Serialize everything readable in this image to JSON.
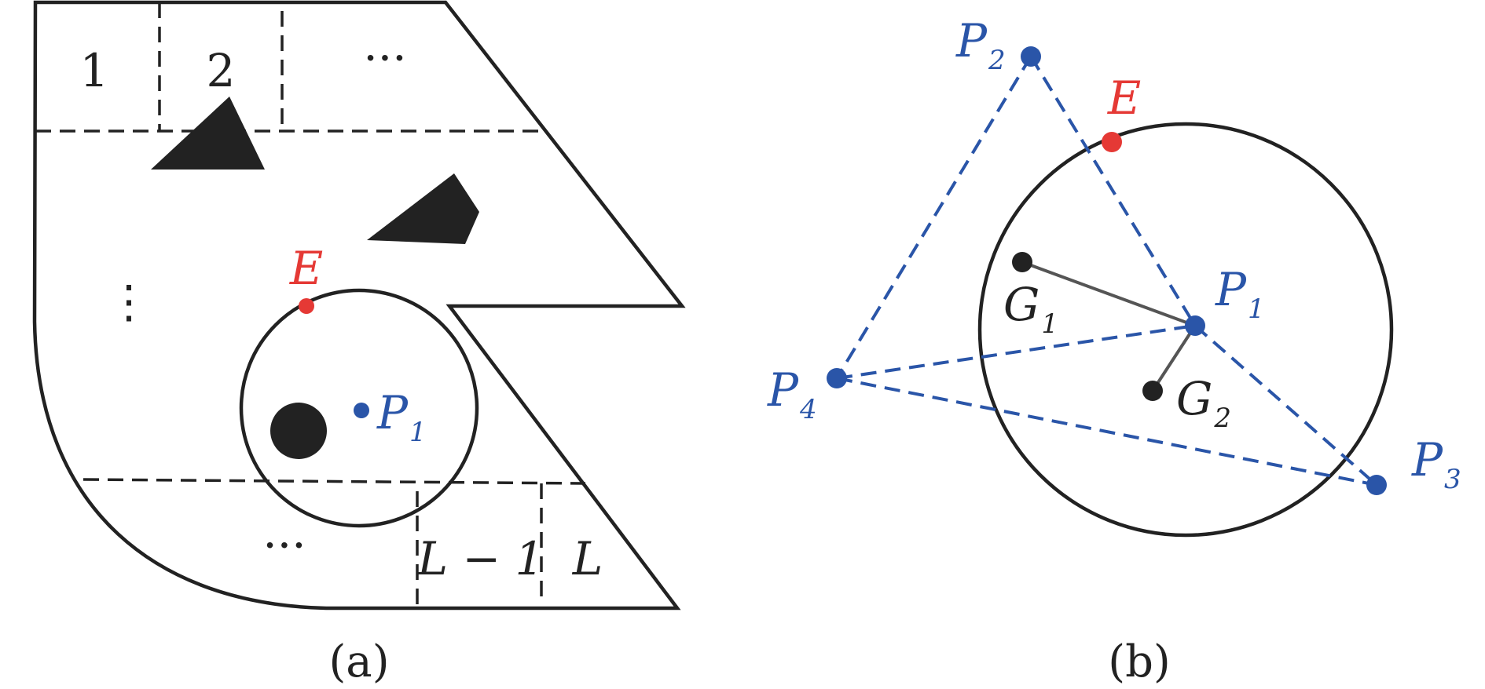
{
  "colors": {
    "ink": "#222222",
    "blue": "#2a55a8",
    "red": "#e53935",
    "link": "#555555"
  },
  "panel_a": {
    "caption": "(a)",
    "cells": {
      "cell_1": "1",
      "cell_2": "2",
      "top_ellipsis": "···",
      "vertical_ellipsis": "⋮",
      "bottom_ellipsis": "···",
      "cell_l_minus_1": "L − 1",
      "cell_l": "L"
    },
    "points": {
      "exit": {
        "name": "E"
      },
      "p1": {
        "name": "P",
        "sub": "1"
      }
    }
  },
  "panel_b": {
    "caption": "(b)",
    "points": {
      "p1": {
        "name": "P",
        "sub": "1"
      },
      "p2": {
        "name": "P",
        "sub": "2"
      },
      "p3": {
        "name": "P",
        "sub": "3"
      },
      "p4": {
        "name": "P",
        "sub": "4"
      },
      "exit": {
        "name": "E"
      },
      "g1": {
        "name": "G",
        "sub": "1"
      },
      "g2": {
        "name": "G",
        "sub": "2"
      }
    }
  }
}
